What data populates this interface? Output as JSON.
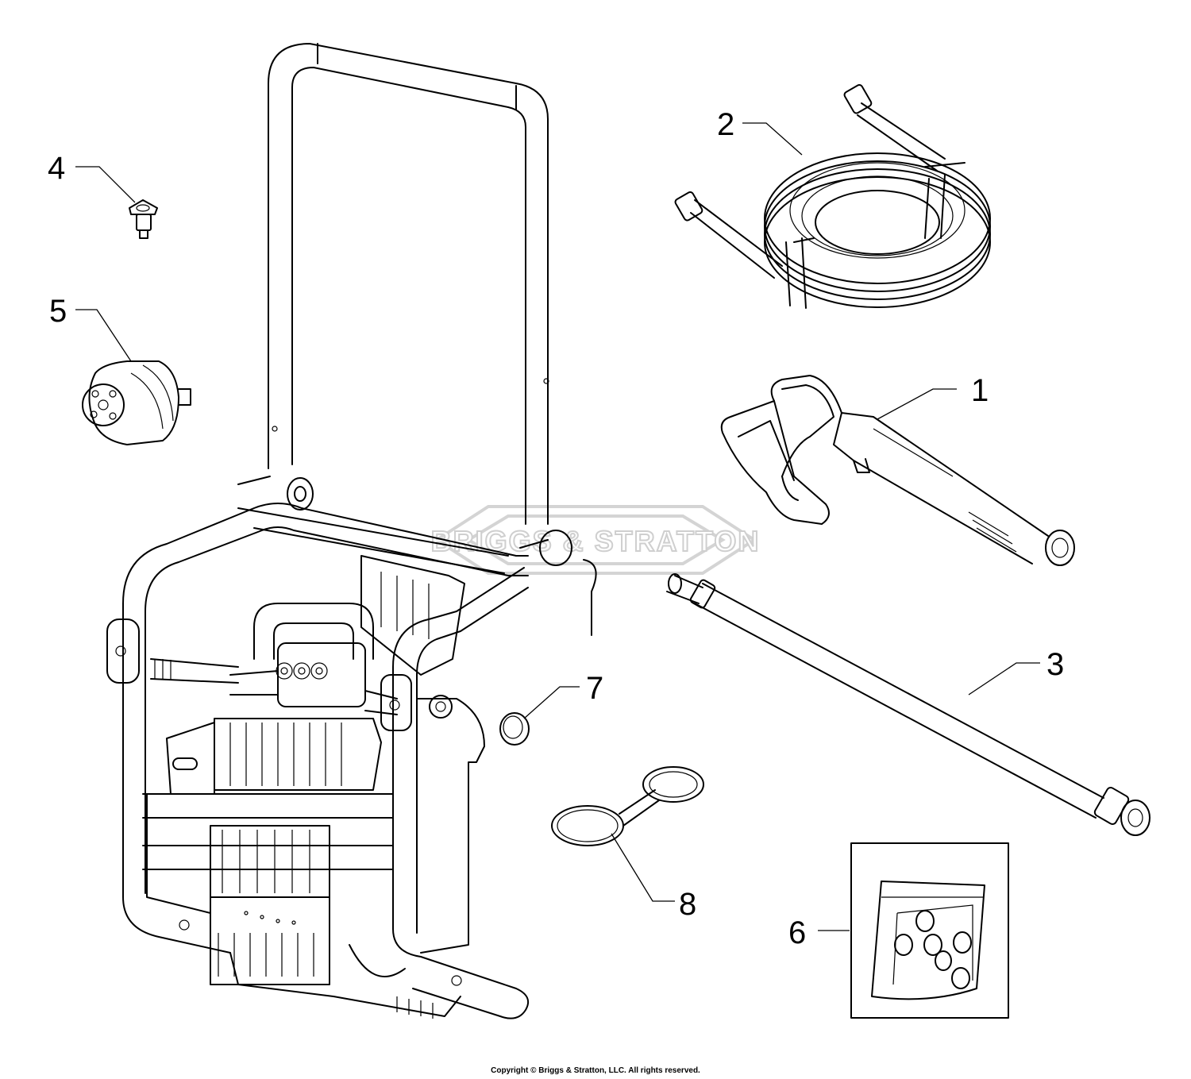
{
  "watermark": {
    "text": "BRIGGS & STRATTON"
  },
  "callouts": {
    "c1": "1",
    "c2": "2",
    "c3": "3",
    "c4": "4",
    "c5": "5",
    "c6": "6",
    "c7": "7",
    "c8": "8"
  },
  "footer": {
    "copyright": "Copyright © Briggs & Stratton, LLC. All rights reserved."
  }
}
